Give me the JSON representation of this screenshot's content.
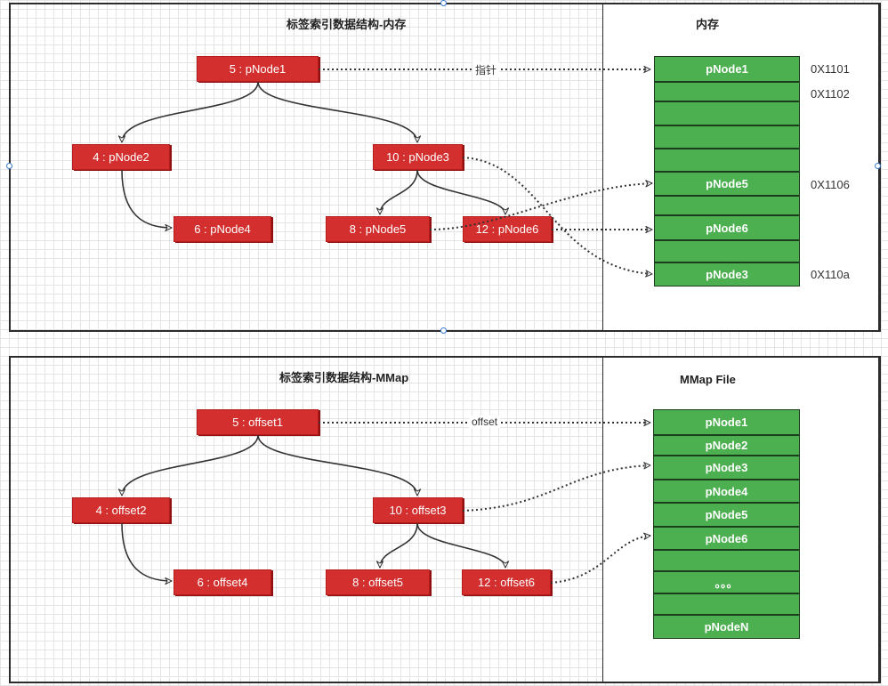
{
  "memory_section": {
    "title": "标签索引数据结构-内存",
    "panel_title": "内存",
    "pointer_label": "指针",
    "nodes": {
      "n5": "5 : pNode1",
      "n4": "4 : pNode2",
      "n10": "10 : pNode3",
      "n6": "6 : pNode4",
      "n8": "8 : pNode5",
      "n12": "12 : pNode6"
    },
    "cells": [
      "pNode1",
      "",
      "",
      "",
      "",
      "pNode5",
      "",
      "pNode6",
      "",
      "pNode3"
    ],
    "addresses": [
      "0X1101",
      "0X1102",
      "0X1106",
      "0X110a"
    ]
  },
  "mmap_section": {
    "title": "标签索引数据结构-MMap",
    "panel_title": "MMap File",
    "pointer_label": "offset",
    "nodes": {
      "n5": "5 : offset1",
      "n4": "4 : offset2",
      "n10": "10 : offset3",
      "n6": "6 : offset4",
      "n8": "8 : offset5",
      "n12": "12 : offset6"
    },
    "cells": [
      "pNode1",
      "pNode2",
      "pNode3",
      "pNode4",
      "pNode5",
      "pNode6",
      "",
      "。。。",
      "",
      "pNodeN"
    ]
  },
  "colors": {
    "node_fill": "#d32f2f",
    "cell_fill": "#4caf50",
    "line": "#333333",
    "selection_handle": "#3a7bd5"
  }
}
